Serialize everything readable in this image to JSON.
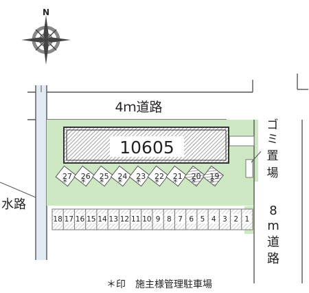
{
  "compass": {
    "north_label": "N",
    "icon": "compass-rose-icon"
  },
  "roads": {
    "north_road": "4ｍ道路",
    "east_road_chars": [
      "8",
      "m",
      "道",
      "路"
    ],
    "waterway": "水路"
  },
  "garbage": {
    "chars": [
      "ゴ",
      "ミ",
      "置",
      "場"
    ]
  },
  "building": {
    "label": "10605"
  },
  "footer": {
    "note": "＊印　施主様管理駐車場"
  },
  "upper_spaces": [
    {
      "label": "27",
      "marked": true
    },
    {
      "label": "26",
      "marked": true
    },
    {
      "label": "25",
      "marked": true
    },
    {
      "label": "24",
      "marked": true
    },
    {
      "label": "23",
      "marked": true
    },
    {
      "label": "22",
      "marked": true
    },
    {
      "label": "21",
      "marked": true
    },
    {
      "label": "20",
      "marked": true
    },
    {
      "label": "19",
      "marked": true
    }
  ],
  "lower_spaces": [
    "18",
    "17",
    "16",
    "15",
    "14",
    "13",
    "12",
    "11",
    "10",
    "9",
    "8",
    "7",
    "6",
    "5",
    "4",
    "3",
    "2",
    "1"
  ],
  "colors": {
    "green": "#cfe8c4",
    "road_line": "#555555",
    "water": "#e2ebf3",
    "hatch": "#9a9a9a",
    "text": "#222222"
  }
}
